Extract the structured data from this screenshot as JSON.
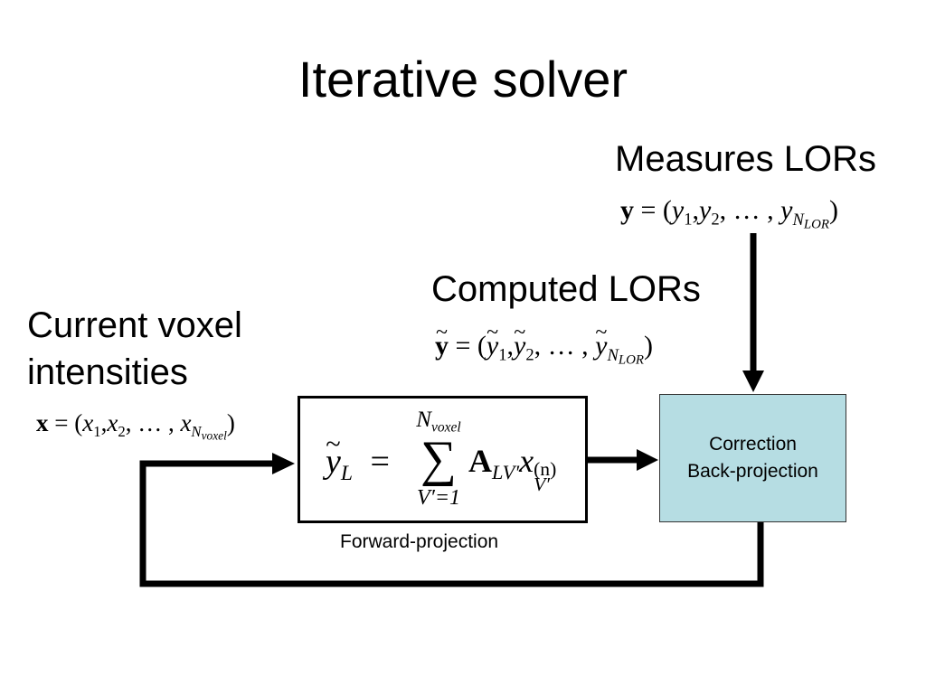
{
  "title": "Iterative solver",
  "measured": {
    "heading": "Measures LORs",
    "bold_var": "y",
    "lhs": " = (",
    "elems": [
      "y",
      "1",
      ",",
      "y",
      "2",
      ", … , ",
      "y",
      "N",
      "LOR",
      ")"
    ]
  },
  "computed": {
    "heading": "Computed LORs",
    "bold_var": "y",
    "elems": [
      "y",
      "1",
      "y",
      "2",
      "y",
      "N",
      "LOR"
    ],
    "sep1": " = (",
    "sep2": ",",
    "sep3": ", … , ",
    "close": ")"
  },
  "current": {
    "heading_line1": "Current voxel",
    "heading_line2": "intensities",
    "bold_var": "x",
    "lhs": " = (",
    "elems": [
      "x",
      "1",
      ",",
      "x",
      "2",
      ", … , ",
      "x",
      "N",
      "voxel",
      ")"
    ]
  },
  "forward": {
    "lhs_var": "y",
    "lhs_sub": "L",
    "equals": "=",
    "sum_symbol": "∑",
    "upper_var": "N",
    "upper_sub": "voxel",
    "lower": "V′=1",
    "matrix": "A",
    "matrix_sub": "LV′",
    "x_var": "x",
    "x_sup": "(n)",
    "x_sub": "V′",
    "caption": "Forward-projection"
  },
  "correction": {
    "line1": "Correction",
    "line2": "Back-projection",
    "fill_color": "#b6dde3"
  }
}
